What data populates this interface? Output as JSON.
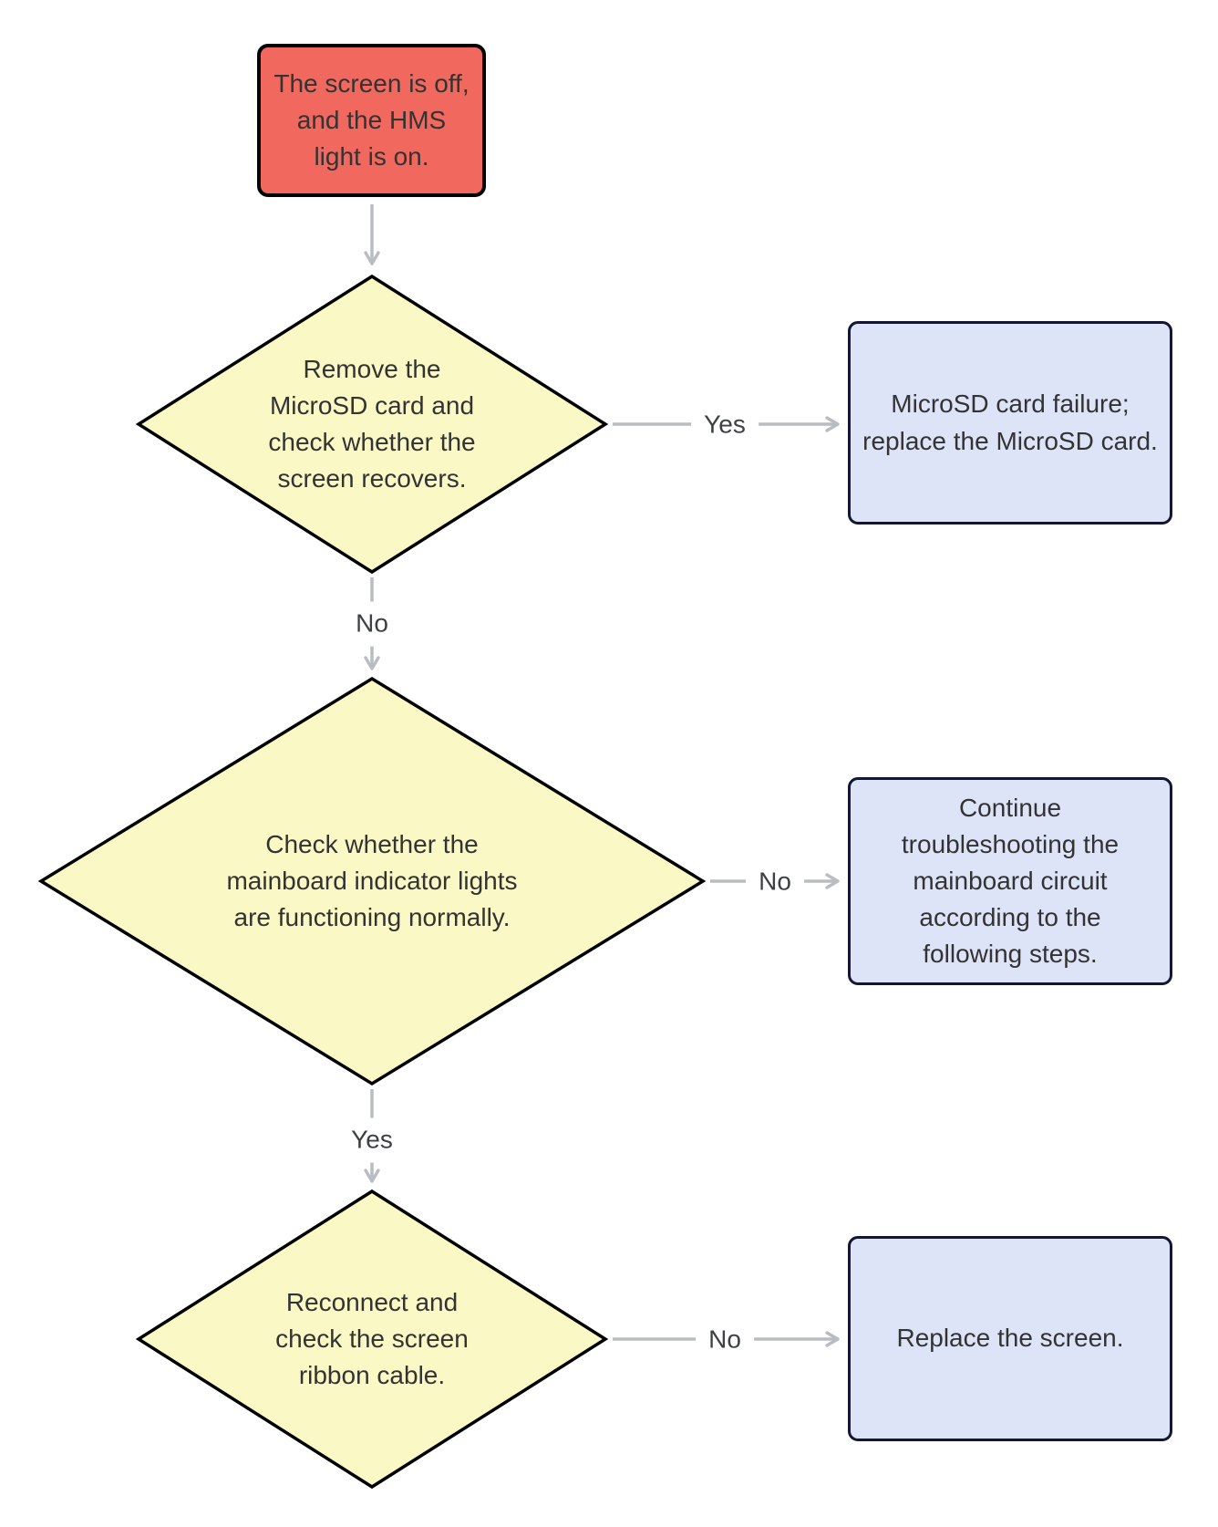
{
  "colors": {
    "start_fill": "#F0685E",
    "start_border": "#000000",
    "decision_fill": "#FAF8C5",
    "decision_border": "#000000",
    "result_fill": "#DDE4F8",
    "result_border": "#131733",
    "connector": "#B9BDC2",
    "text": "#333333",
    "label_text": "#3D4144"
  },
  "nodes": {
    "start": {
      "text": "The screen is off,\nand the HMS\nlight is on."
    },
    "decision1": {
      "text": "Remove the\nMicroSD card and\ncheck whether the\nscreen recovers."
    },
    "result1": {
      "text": "MicroSD card failure;\nreplace the MicroSD card."
    },
    "decision2": {
      "text": "Check whether the\nmainboard indicator lights\nare functioning normally."
    },
    "result2": {
      "text": "Continue\ntroubleshooting the\nmainboard circuit\naccording to the\nfollowing steps."
    },
    "decision3": {
      "text": "Reconnect and\ncheck the screen\nribbon cable."
    },
    "result3": {
      "text": "Replace the screen."
    }
  },
  "edges": {
    "decision1_yes": {
      "label": "Yes"
    },
    "decision1_no": {
      "label": "No"
    },
    "decision2_no": {
      "label": "No"
    },
    "decision2_yes": {
      "label": "Yes"
    },
    "decision3_no": {
      "label": "No"
    }
  }
}
